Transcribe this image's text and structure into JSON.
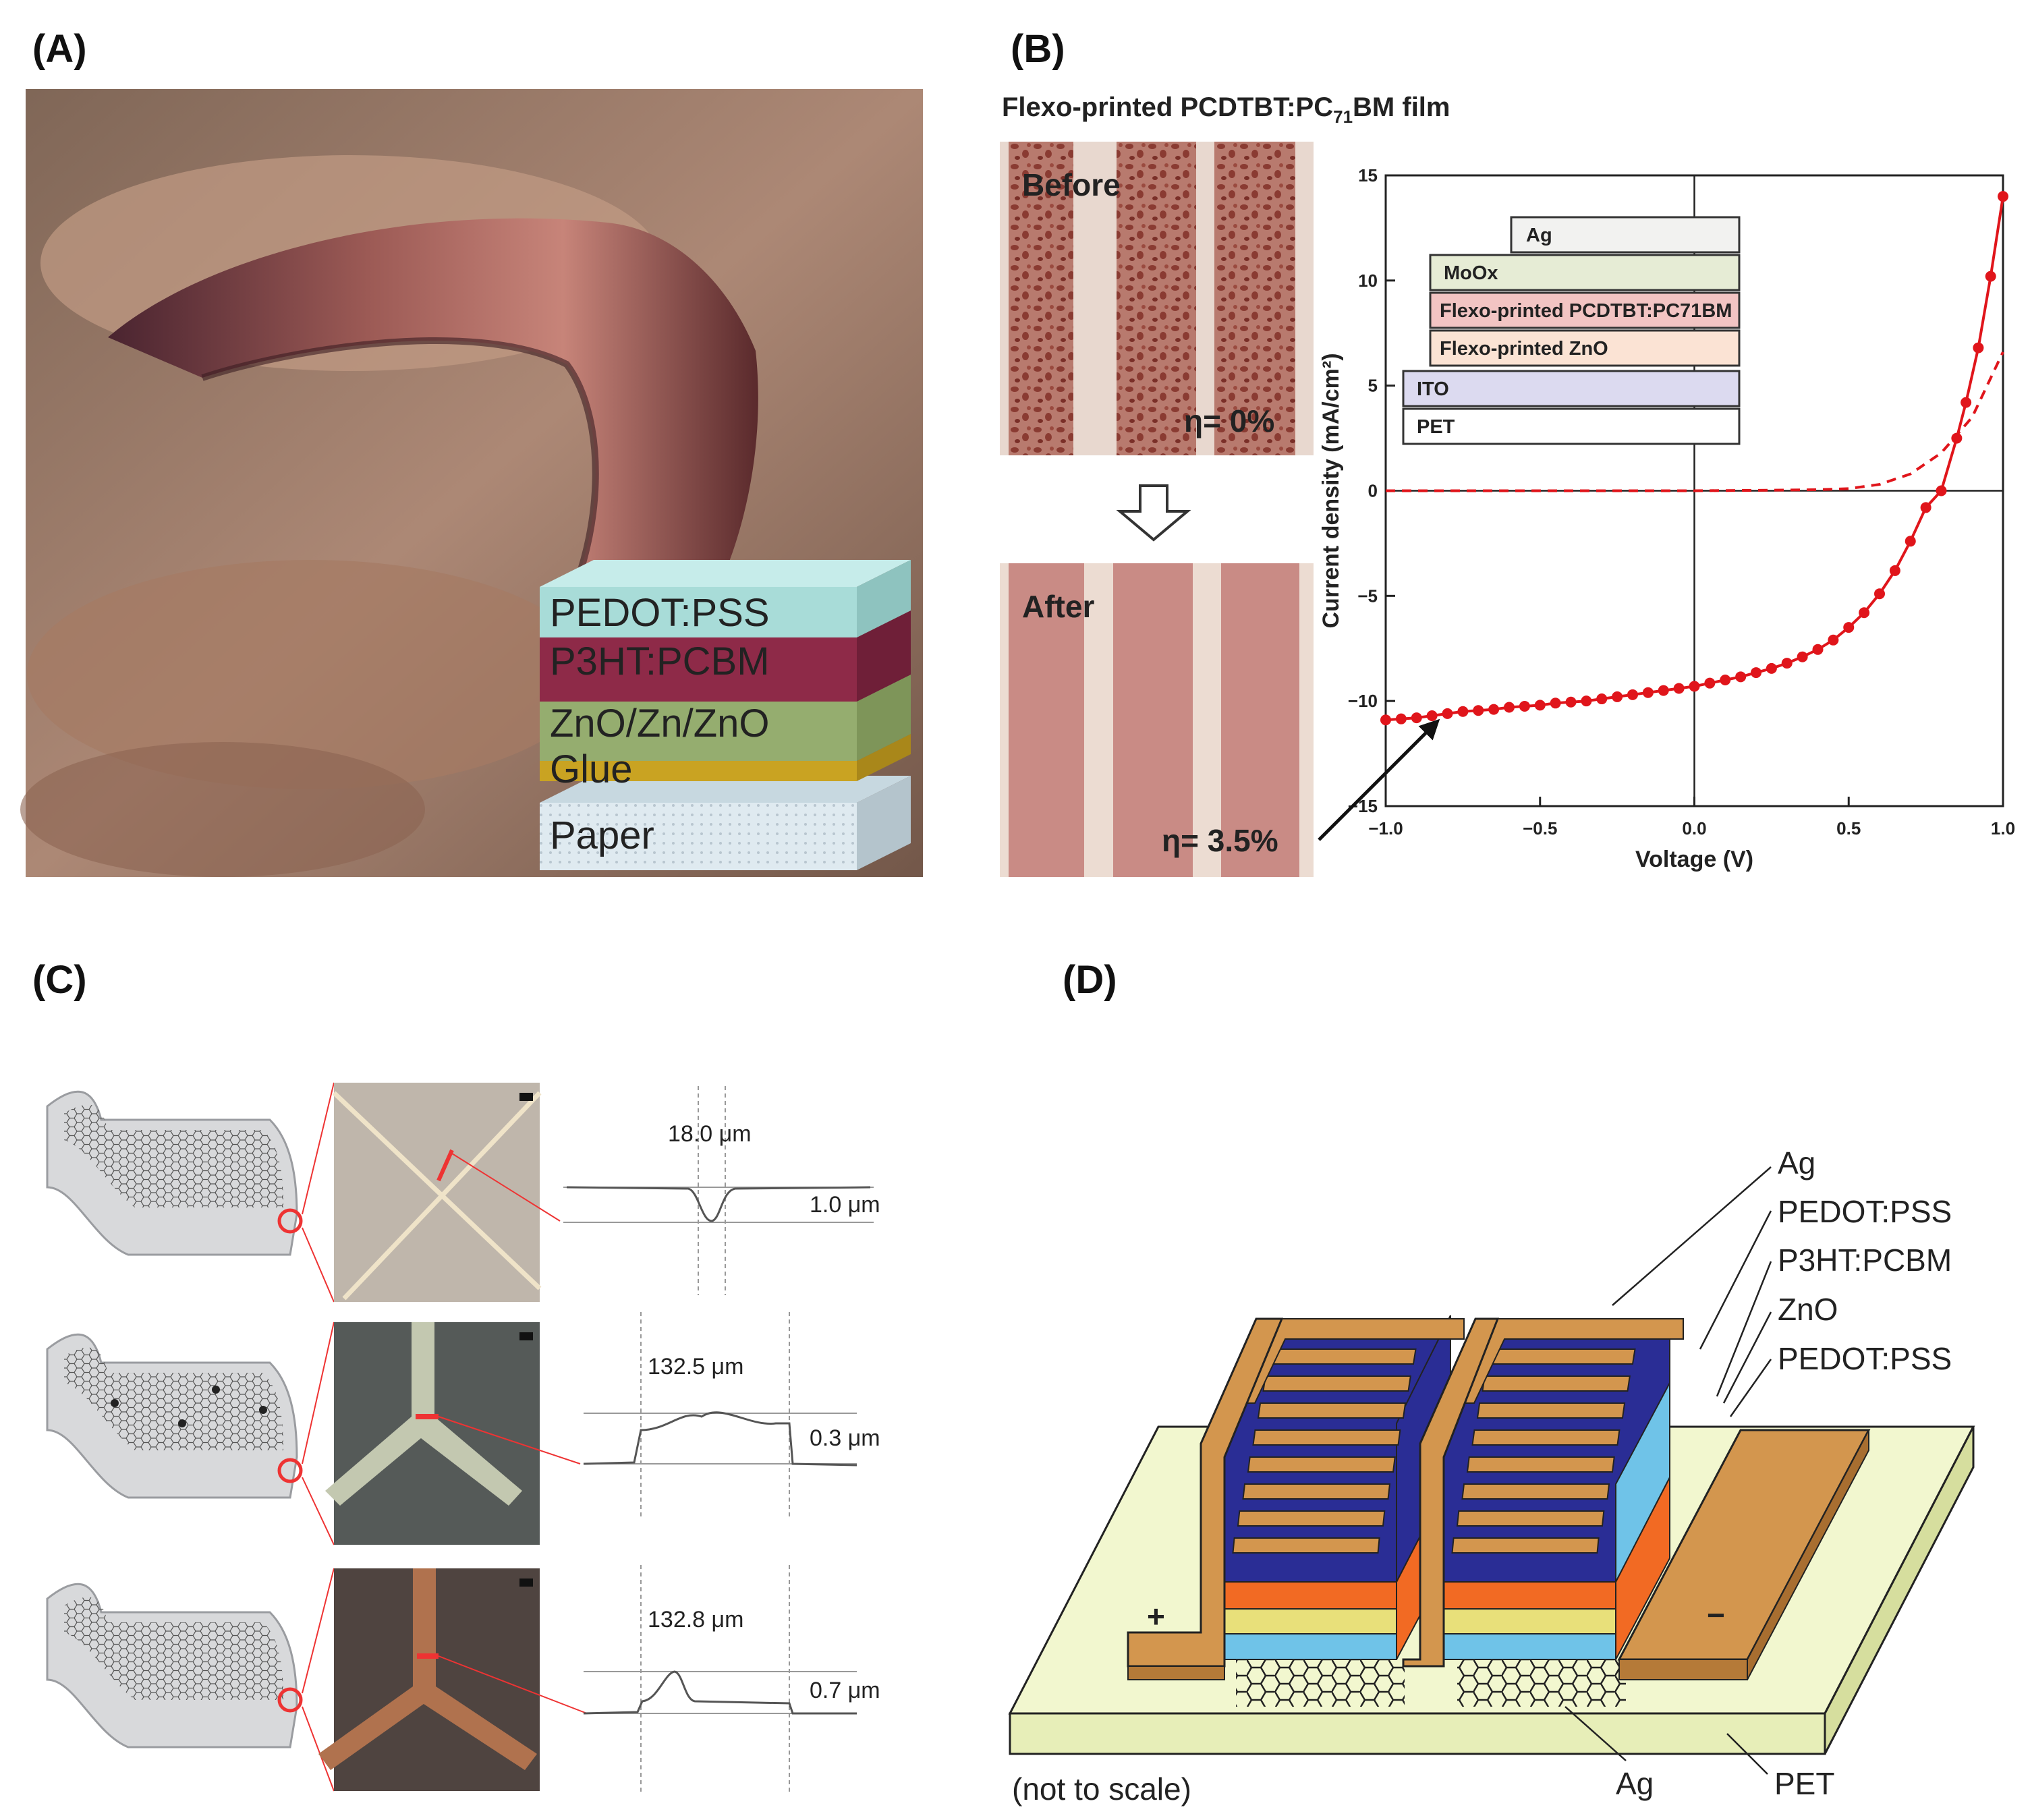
{
  "panels": {
    "a": {
      "label": "(A)",
      "layers": [
        "PEDOT:PSS",
        "P3HT:PCBM",
        "ZnO/Zn/ZnO",
        "Glue",
        "Paper"
      ]
    },
    "b": {
      "label": "(B)",
      "film_title": "Flexo-printed PCDTBT:PC",
      "film_title_sub": "71",
      "film_title_end": "BM film",
      "before_label": "Before",
      "before_eta": "η= 0%",
      "after_label": "After",
      "after_eta": "η= 3.5%",
      "stack": [
        "Ag",
        "MoOx",
        "Flexo-printed PCDTBT:PC71BM",
        "Flexo-printed ZnO",
        "ITO",
        "PET"
      ]
    },
    "c": {
      "label": "(C)",
      "rows": [
        {
          "width": "18.0 μm",
          "height": "1.0 μm"
        },
        {
          "width": "132.5 μm",
          "height": "0.3 μm"
        },
        {
          "width": "132.8 μm",
          "height": "0.7 μm"
        }
      ]
    },
    "d": {
      "label": "(D)",
      "labels_right": [
        "Ag",
        "PEDOT:PSS",
        "P3HT:PCBM",
        "ZnO",
        "PEDOT:PSS"
      ],
      "label_bottom_ag": "Ag",
      "label_pet": "PET",
      "note": "(not to scale)",
      "plus": "+",
      "minus": "−"
    }
  },
  "colors": {
    "curve": "#e0151b",
    "layer_pedot_top": "#a8dcd8",
    "layer_p3ht": "#8e2a48",
    "layer_zno": "#95ad6f",
    "layer_glue": "#c9a322",
    "layer_paper": "#dfeaf0",
    "ag": "#d3964e",
    "p3ht_blue": "#2a2d95",
    "pcbm_orange": "#f26a23",
    "zno_yellow": "#e8e07a",
    "pedot_cyan": "#6fc3e8",
    "pet": "#f2f7cf"
  },
  "chart_data": {
    "type": "line",
    "xlabel": "Voltage (V)",
    "ylabel": "Current density (mA/cm²)",
    "xlim": [
      -1.0,
      1.0
    ],
    "ylim": [
      -15,
      15
    ],
    "xticks": [
      "−1.0",
      "−0.5",
      "0.0",
      "0.5",
      "1.0"
    ],
    "yticks": [
      "−15",
      "−10",
      "−5",
      "0",
      "5",
      "10",
      "15"
    ],
    "series": [
      {
        "style": "solid-with-markers",
        "x": [
          -1.0,
          -0.95,
          -0.9,
          -0.85,
          -0.8,
          -0.75,
          -0.7,
          -0.65,
          -0.6,
          -0.55,
          -0.5,
          -0.45,
          -0.4,
          -0.35,
          -0.3,
          -0.25,
          -0.2,
          -0.15,
          -0.1,
          -0.05,
          0.0,
          0.05,
          0.1,
          0.15,
          0.2,
          0.25,
          0.3,
          0.35,
          0.4,
          0.45,
          0.5,
          0.55,
          0.6,
          0.65,
          0.7,
          0.75,
          0.8,
          0.85,
          0.88,
          0.92,
          0.96,
          1.0
        ],
        "y": [
          -10.9,
          -10.85,
          -10.8,
          -10.7,
          -10.6,
          -10.5,
          -10.45,
          -10.4,
          -10.3,
          -10.25,
          -10.2,
          -10.1,
          -10.05,
          -10.0,
          -9.9,
          -9.8,
          -9.7,
          -9.6,
          -9.5,
          -9.4,
          -9.3,
          -9.15,
          -9.0,
          -8.85,
          -8.65,
          -8.45,
          -8.2,
          -7.9,
          -7.55,
          -7.1,
          -6.5,
          -5.8,
          -4.9,
          -3.8,
          -2.4,
          -0.8,
          0.0,
          2.5,
          4.2,
          6.8,
          10.2,
          14.0
        ]
      },
      {
        "style": "dashed",
        "x": [
          -1.0,
          -0.5,
          0.0,
          0.2,
          0.4,
          0.5,
          0.6,
          0.7,
          0.8,
          0.9,
          1.0
        ],
        "y": [
          0.0,
          0.0,
          0.0,
          0.02,
          0.05,
          0.1,
          0.3,
          0.8,
          1.8,
          3.5,
          6.6
        ]
      }
    ]
  }
}
